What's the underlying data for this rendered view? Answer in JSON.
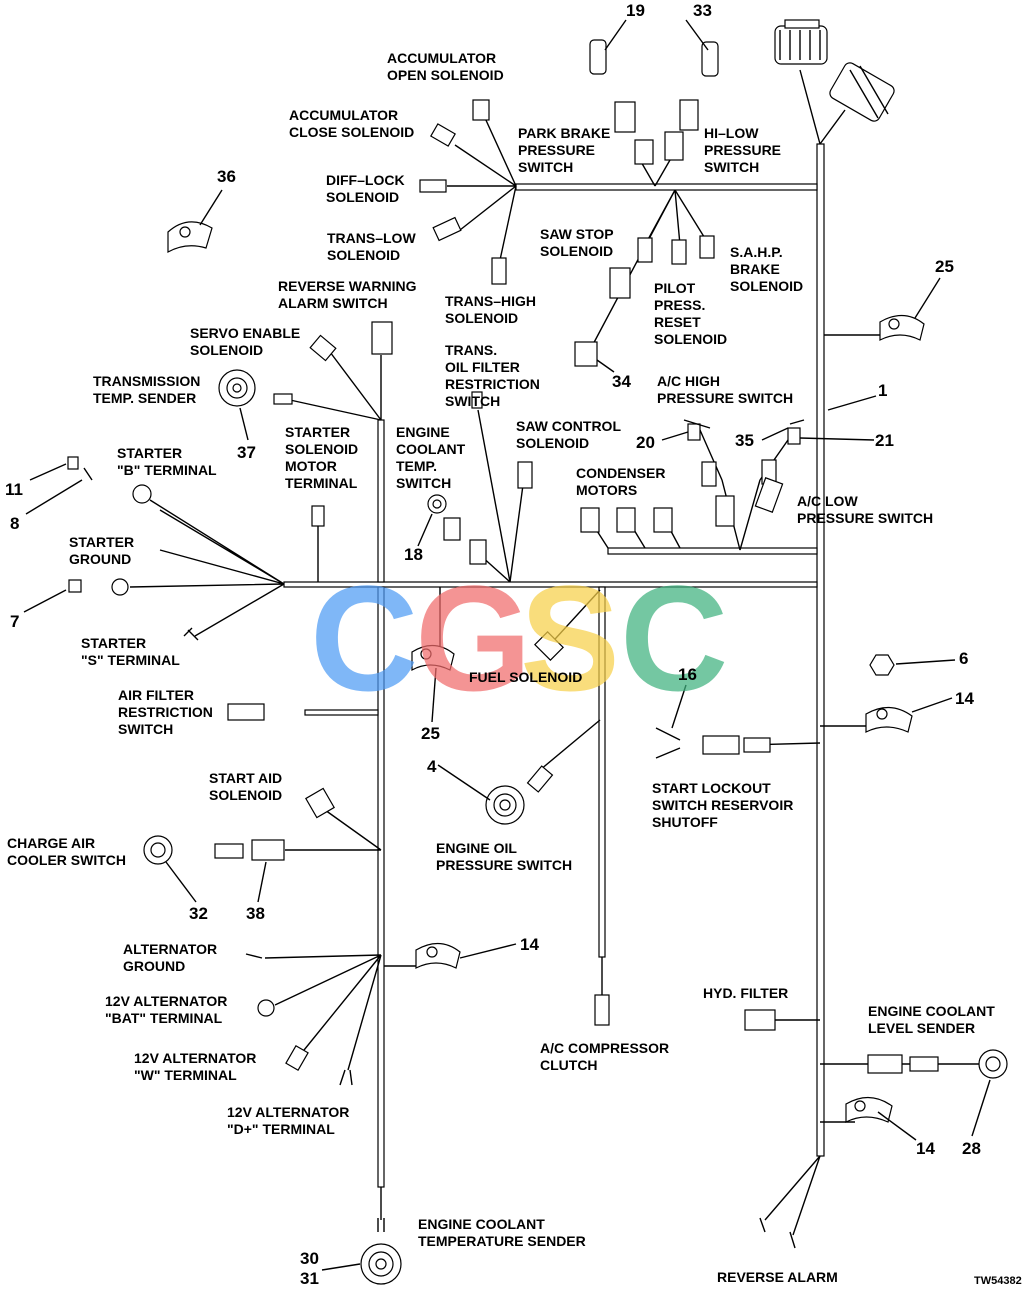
{
  "diagram": {
    "drawing_code": "TW54382",
    "watermark": {
      "letters": [
        "C",
        "G",
        "S",
        "C"
      ],
      "colors": [
        "#4f9cf5",
        "#f06b6b",
        "#f7d04a",
        "#3fb27f"
      ]
    },
    "labels": {
      "accumulator_open_solenoid": [
        "ACCUMULATOR",
        "OPEN SOLENOID"
      ],
      "accumulator_close_solenoid": [
        "ACCUMULATOR",
        "CLOSE SOLENOID"
      ],
      "park_brake_pressure_switch": [
        "PARK BRAKE",
        "PRESSURE",
        "SWITCH"
      ],
      "hi_low_pressure_switch": [
        "HI–LOW",
        "PRESSURE",
        "SWITCH"
      ],
      "diff_lock_solenoid": [
        "DIFF–LOCK",
        "SOLENOID"
      ],
      "trans_low_solenoid": [
        "TRANS–LOW",
        "SOLENOID"
      ],
      "trans_high_solenoid": [
        "TRANS–HIGH",
        "SOLENOID"
      ],
      "saw_stop_solenoid": [
        "SAW STOP",
        "SOLENOID"
      ],
      "sahp_brake_solenoid": [
        "S.A.H.P.",
        "BRAKE",
        "SOLENOID"
      ],
      "pilot_press_reset_solenoid": [
        "PILOT",
        "PRESS.",
        "RESET",
        "SOLENOID"
      ],
      "reverse_warning_alarm_switch": [
        "REVERSE WARNING",
        "ALARM SWITCH"
      ],
      "servo_enable_solenoid": [
        "SERVO ENABLE",
        "SOLENOID"
      ],
      "trans_oil_filter_restriction_switch": [
        "TRANS.",
        "OIL FILTER",
        "RESTRICTION",
        "SWITCH"
      ],
      "transmission_temp_sender": [
        "TRANSMISSION",
        "TEMP. SENDER"
      ],
      "ac_high_pressure_switch": [
        "A/C HIGH",
        "PRESSURE SWITCH"
      ],
      "starter_b_terminal": [
        "STARTER",
        "\"B\" TERMINAL"
      ],
      "starter_solenoid_motor_terminal": [
        "STARTER",
        "SOLENOID",
        "MOTOR",
        "TERMINAL"
      ],
      "engine_coolant_temp_switch": [
        "ENGINE",
        "COOLANT",
        "TEMP.",
        "SWITCH"
      ],
      "saw_control_solenoid": [
        "SAW CONTROL",
        "SOLENOID"
      ],
      "condenser_motors": [
        "CONDENSER",
        "MOTORS"
      ],
      "ac_low_pressure_switch": [
        "A/C LOW",
        "PRESSURE SWITCH"
      ],
      "starter_ground": [
        "STARTER",
        "GROUND"
      ],
      "starter_s_terminal": [
        "STARTER",
        "\"S\" TERMINAL"
      ],
      "fuel_solenoid": [
        "FUEL SOLENOID"
      ],
      "air_filter_restriction_switch": [
        "AIR FILTER",
        "RESTRICTION",
        "SWITCH"
      ],
      "start_lockout_switch_reservoir_shutoff": [
        "START LOCKOUT",
        "SWITCH RESERVOIR",
        "SHUTOFF"
      ],
      "start_aid_solenoid": [
        "START AID",
        "SOLENOID"
      ],
      "engine_oil_pressure_switch": [
        "ENGINE OIL",
        "PRESSURE SWITCH"
      ],
      "charge_air_cooler_switch": [
        "CHARGE AIR",
        "COOLER SWITCH"
      ],
      "alternator_ground": [
        "ALTERNATOR",
        "GROUND"
      ],
      "alt_bat_terminal": [
        "12V ALTERNATOR",
        "\"BAT\" TERMINAL"
      ],
      "alt_w_terminal": [
        "12V ALTERNATOR",
        "\"W\" TERMINAL"
      ],
      "alt_dplus_terminal": [
        "12V ALTERNATOR",
        "\"D+\" TERMINAL"
      ],
      "hyd_filter": [
        "HYD. FILTER"
      ],
      "ac_compressor_clutch": [
        "A/C COMPRESSOR",
        "CLUTCH"
      ],
      "engine_coolant_level_sender": [
        "ENGINE COOLANT",
        "LEVEL SENDER"
      ],
      "engine_coolant_temperature_sender": [
        "ENGINE COOLANT",
        "TEMPERATURE SENDER"
      ],
      "reverse_alarm": [
        "REVERSE ALARM"
      ]
    },
    "callouts": {
      "c19": "19",
      "c33": "33",
      "c36": "36",
      "c25a": "25",
      "c34": "34",
      "c1": "1",
      "c20": "20",
      "c35": "35",
      "c21": "21",
      "c37": "37",
      "c11": "11",
      "c8": "8",
      "c18": "18",
      "c7": "7",
      "c6": "6",
      "c14a": "14",
      "c16": "16",
      "c25b": "25",
      "c4": "4",
      "c32": "32",
      "c38": "38",
      "c14b": "14",
      "c14c": "14",
      "c28": "28",
      "c30": "30",
      "c31": "31"
    }
  }
}
